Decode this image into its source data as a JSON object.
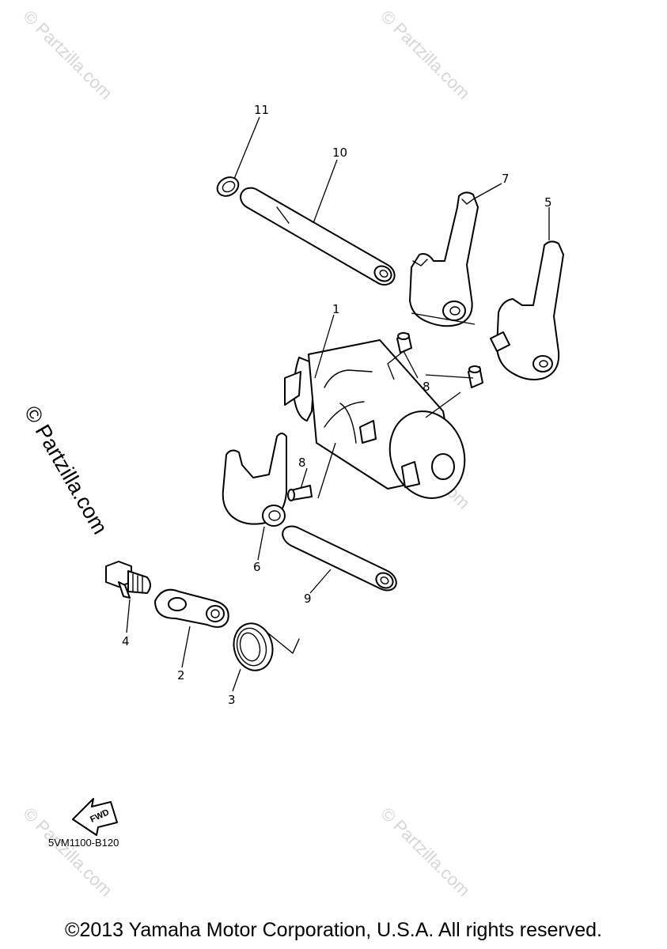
{
  "watermark": "© Partzilla.com",
  "callouts": {
    "c1": "1",
    "c2": "2",
    "c3": "3",
    "c4": "4",
    "c5": "5",
    "c6": "6",
    "c7": "7",
    "c8a": "8",
    "c8b": "8",
    "c9": "9",
    "c10": "10",
    "c11": "11"
  },
  "fwd_label": "FWD",
  "diagram_code": "5VM1100-B120",
  "copyright": "©2013 Yamaha Motor Corporation, U.S.A. All rights reserved."
}
